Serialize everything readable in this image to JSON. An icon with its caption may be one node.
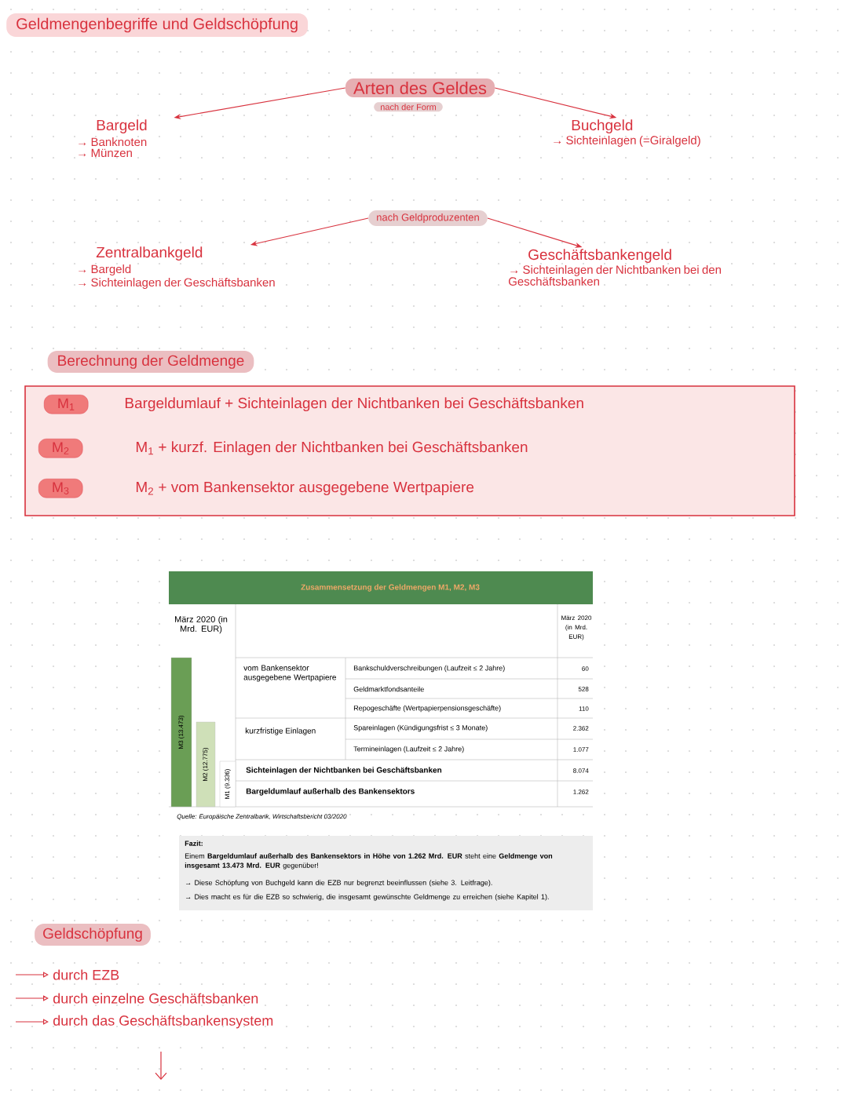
{
  "diagram": {
    "title": "Geldmengenbegriffe und Geldschöpfung",
    "nodes": [
      {
        "text": [
          "Arten des Geldes"
        ],
        "beside": [
          "nach der Form"
        ]
      },
      {
        "text": [
          "Bargeld",
          "→ Banknoten",
          "→ Münzen"
        ]
      },
      {
        "text": [
          "Buchgeld",
          "→ Sichteinlagen (=Giralgeld)"
        ]
      },
      {
        "text": [
          "nach Geldproduzenten"
        ]
      },
      {
        "text": [
          "Zentralbankgeld",
          "→ Bargeld",
          "→ Sichteinlagen der Geschäftsbanken"
        ]
      },
      {
        "text": [
          "Geschäftsbankengeld",
          "→ Sichteinlagen der Nichtbanken bei den Geschäftsbanken"
        ]
      },
      {
        "text": [],
        "shape": "box"
      },
      {
        "text": [
          "M$_{1}$"
        ],
        "in": 6,
        "beside": [
          "Bargeldumlauf + Sichteinlagen der Nichtbanken bei Geschäftsbanken"
        ]
      },
      {
        "text": [
          "M$_{2}$"
        ],
        "in": 6,
        "beside": [
          "M$_{1}$ + kurzf. Einlagen der Nichtbanken bei Geschäftsbanken"
        ]
      },
      {
        "text": [
          "M$_{3}$"
        ],
        "in": 6,
        "beside": [
          "M$_{2}$ + vom Bankensektor ausgegebene Wertpapiere"
        ]
      }
    ],
    "edges": [
      {
        "from": 0,
        "to": 1,
        "arrow": "to"
      },
      {
        "from": 0,
        "to": 2,
        "arrow": "to"
      },
      {
        "from": 3,
        "to": 4,
        "arrow": "to"
      },
      {
        "from": 3,
        "to": 5,
        "arrow": "to"
      }
    ],
    "labels": [
      "Berechnung der Geldmenge",
      "Zusammensetzung der Geldmengen M1, M2, M3",
      "März 2020 (in Mrd. EUR)",
      "März 2020 (in Mrd. EUR)",
      "M3 (13.473)",
      "M2 (12.775)",
      "M1 (9.336)",
      "vom Bankensektor ausgegebene Wertpapiere",
      "Bankschuldverschreibungen (Laufzeit ≤ 2 Jahre)",
      "60",
      "Geldmarktfondsanteile",
      "528",
      "Repogeschäfte (Wertpapierpensionsgeschäfte)",
      "110",
      "kurzfristige Einlagen",
      "Spareinlagen (Kündigungsfrist ≤ 3 Monate)",
      "2.362",
      "Termineinlagen (Laufzeit ≤ 2 Jahre)",
      "1.077",
      "Sichteinlagen der Nichtbanken bei Geschäftsbanken",
      "8.074",
      "Bargeldumlauf außerhalb des Bankensektors",
      "1.262",
      "Quelle: Europäische Zentralbank, Wirtschaftsbericht 03/2020",
      "Fazit:",
      "Einem **Bargeldumlauf außerhalb des Bankensektors in Höhe von 1.262 Mrd. EUR** steht eine **Geldmenge von insgesamt 13.473 Mrd. EUR** gegenüber!",
      "→ Diese Schöpfung von Buchgeld kann die EZB nur begrenzt beeinflussen (siehe 3. Leitfrage).",
      "→ Dies macht es für die EZB so schwierig, die insgesamt gewünschte Geldmenge zu erreichen (siehe Kapitel 1).",
      "Geldschöpfung",
      "durch EZB",
      "durch einzelne Geschäftsbanken",
      "durch das Geschäftsbankensystem"
    ]
  }
}
